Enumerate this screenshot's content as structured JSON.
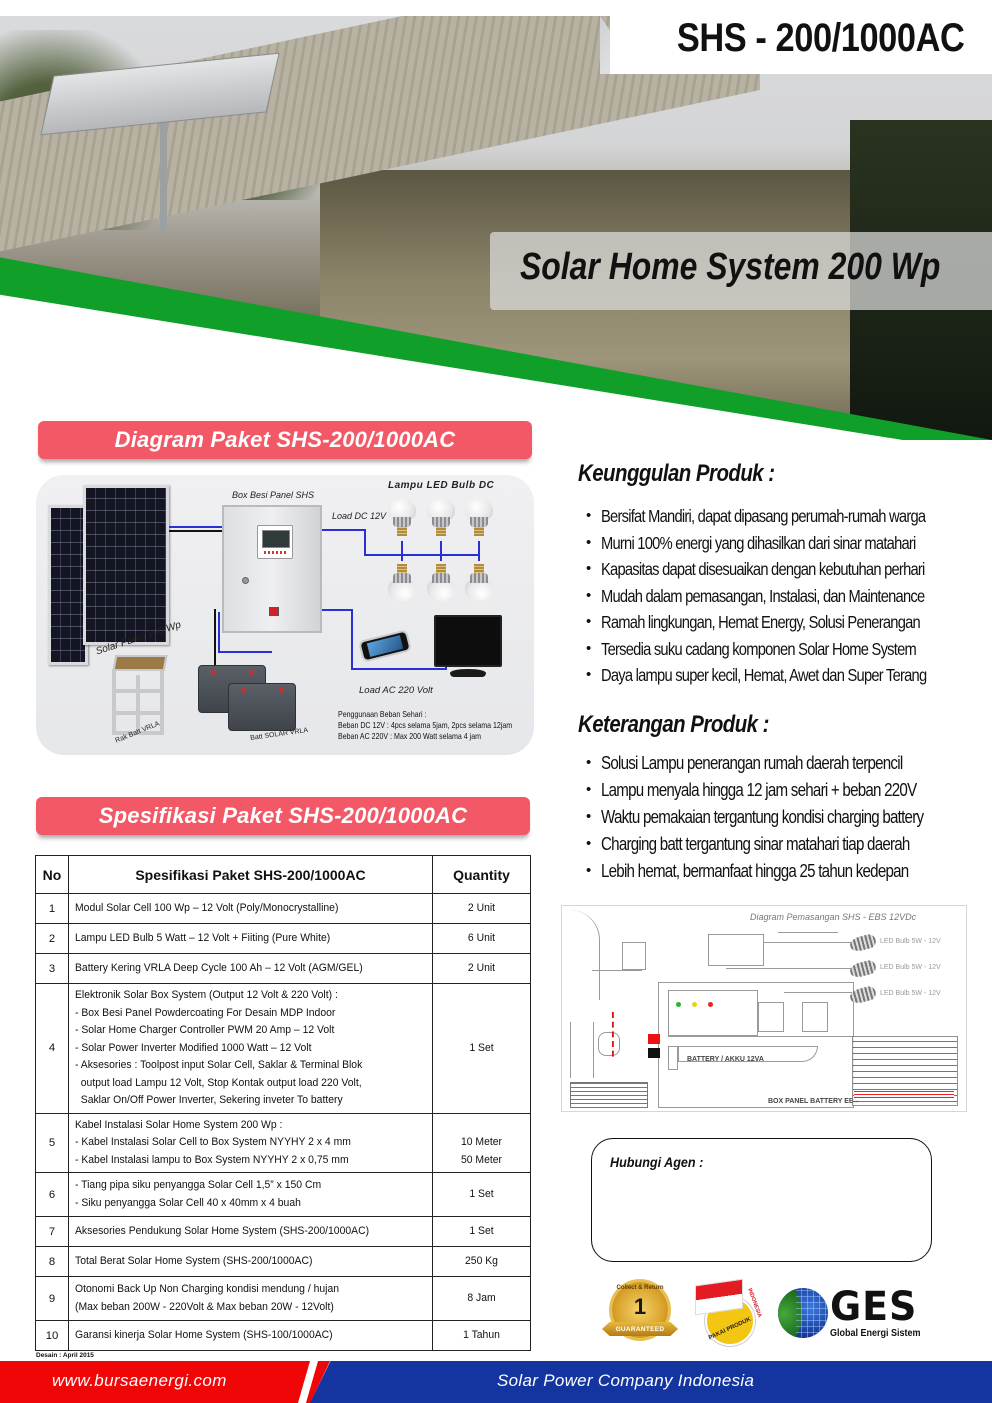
{
  "header": {
    "model_title": "SHS - 200/1000AC",
    "subtitle": "Solar Home System 200 Wp"
  },
  "colors": {
    "ribbon_red": "#f25866",
    "accent_green": "#10a02a",
    "footer_red": "#f00606",
    "footer_blue": "#1434a0",
    "wire_blue": "#2b2fd8"
  },
  "diagram": {
    "heading": "Diagram Paket SHS-200/1000AC",
    "labels": {
      "solar_panel": "Solar Panel 100 Wp",
      "box": "Box Besi Panel SHS",
      "led_bulbs": "Lampu LED Bulb DC",
      "load_dc": "Load DC 12V",
      "load_ac": "Load AC 220 Volt",
      "rack": "Rak Batt VRLA",
      "battery": "Batt SOLAR VRLA"
    },
    "usage": {
      "title": "Penggunaan Beban Sehari :",
      "dc": "Beban DC 12V : 4pcs selama 5jam, 2pcs selama 12jam",
      "ac": "Beban AC 220V : Max 200 Watt selama 4 jam"
    }
  },
  "keunggulan": {
    "title": "Keunggulan Produk :",
    "items": [
      "Bersifat Mandiri, dapat dipasang perumah-rumah warga",
      "Murni 100% energi yang dihasilkan dari sinar matahari",
      "Kapasitas dapat disesuaikan dengan kebutuhan perhari",
      "Mudah dalam pemasangan, Instalasi, dan Maintenance",
      "Ramah lingkungan, Hemat Energy, Solusi Penerangan",
      "Tersedia suku cadang komponen Solar Home System",
      "Daya lampu super kecil, Hemat, Awet dan Super Terang"
    ]
  },
  "keterangan": {
    "title": "Keterangan Produk :",
    "items": [
      "Solusi Lampu penerangan rumah daerah terpencil",
      "Lampu menyala hingga 12 jam sehari + beban 220V",
      "Waktu pemakaian tergantung kondisi charging battery",
      "Charging batt tergantung sinar matahari tiap daerah",
      "Lebih hemat, bermanfaat hingga 25 tahun kedepan"
    ]
  },
  "install_diagram": {
    "title": "Diagram Pemasangan SHS - EBS 12VDc",
    "led_labels": [
      "LED Bulb 5W - 12V",
      "LED Bulb 5W - 12V",
      "LED Bulb 5W - 12V"
    ],
    "battery_label": "BATTERY / AKKU 12VA",
    "box_label": "BOX PANEL BATTERY EBS"
  },
  "spec": {
    "heading": "Spesifikasi Paket SHS-200/1000AC",
    "columns": [
      "No",
      "Spesifikasi Paket SHS-200/1000AC",
      "Quantity"
    ],
    "rows": [
      {
        "no": "1",
        "lines": [
          "Modul Solar Cell 100 Wp – 12 Volt (Poly/Monocrystalline)"
        ],
        "qty": [
          "2 Unit"
        ]
      },
      {
        "no": "2",
        "lines": [
          "Lampu LED Bulb 5 Watt – 12 Volt + Fiiting (Pure White)"
        ],
        "qty": [
          "6 Unit"
        ]
      },
      {
        "no": "3",
        "lines": [
          "Battery Kering VRLA Deep Cycle 100 Ah – 12 Volt (AGM/GEL)"
        ],
        "qty": [
          "2 Unit"
        ]
      },
      {
        "no": "4",
        "lines": [
          "Elektronik Solar Box System (Output 12 Volt & 220 Volt) :",
          "- Box Besi Panel Powdercoating For Desain MDP Indoor",
          "- Solar Home Charger Controller PWM 20 Amp – 12 Volt",
          "- Solar Power Inverter Modified 1000 Watt – 12 Volt",
          "- Aksesories : Toolpost input Solar Cell, Saklar & Terminal Blok",
          "  output load Lampu 12 Volt, Stop Kontak output load 220 Volt,",
          "  Saklar On/Off Power Inverter, Sekering inveter To battery"
        ],
        "qty": [
          "1 Set"
        ]
      },
      {
        "no": "5",
        "lines": [
          "Kabel Instalasi Solar Home System 200 Wp :",
          "- Kabel Instalasi Solar Cell to Box System NYYHY 2 x 4 mm",
          "- Kabel Instalasi lampu to Box System NYYHY 2 x 0,75 mm"
        ],
        "qty": [
          "10 Meter",
          "50 Meter"
        ]
      },
      {
        "no": "6",
        "lines": [
          "- Tiang pipa siku penyangga Solar Cell 1,5” x 150 Cm",
          "- Siku penyangga Solar Cell 40 x 40mm x 4 buah"
        ],
        "qty": [
          "1 Set"
        ]
      },
      {
        "no": "7",
        "lines": [
          "Aksesories Pendukung Solar Home System (SHS-200/1000AC)"
        ],
        "qty": [
          "1 Set"
        ]
      },
      {
        "no": "8",
        "lines": [
          "Total Berat Solar Home System (SHS-200/1000AC)"
        ],
        "qty": [
          "250 Kg"
        ]
      },
      {
        "no": "9",
        "lines": [
          "Otonomi Back Up Non Charging kondisi mendung / hujan",
          "(Max beban 200W - 220Volt & Max beban 20W - 12Volt)"
        ],
        "qty": [
          "8 Jam"
        ]
      },
      {
        "no": "10",
        "lines": [
          "Garansi kinerja Solar Home System (SHS-100/1000AC)"
        ],
        "qty": [
          "1 Tahun"
        ]
      }
    ],
    "design_note": "Desain : April 2015"
  },
  "agent": {
    "label": "Hubungi Agen :"
  },
  "logos": {
    "guarantee": {
      "ring_text": "Collect & Return",
      "number": "1",
      "ribbon": "GUARANTEED"
    },
    "indonesia": {
      "text": "PAKAI PRODUK",
      "text2": "INDONESIA"
    },
    "ges": {
      "word": "GES",
      "sub": "Global Energi Sistem"
    }
  },
  "footer": {
    "url": "www.bursaenergi.com",
    "tagline": "Solar Power Company Indonesia"
  }
}
